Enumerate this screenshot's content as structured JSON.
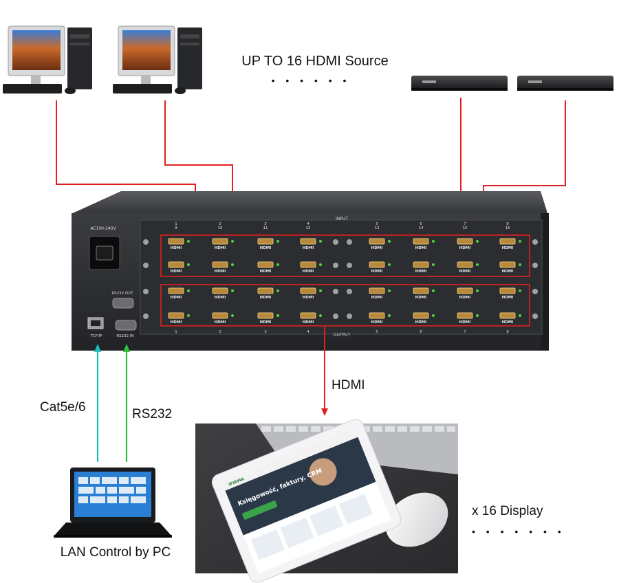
{
  "labels": {
    "sources": "UP TO 16 HDMI Source",
    "sources_dots": "• • • • • •",
    "hdmi": "HDMI",
    "cat5": "Cat5e/6",
    "rs232": "RS232",
    "pc": "LAN Control by PC",
    "display": "x 16 Display",
    "display_dots": "• • • • • • •"
  },
  "device": {
    "power": "AC100-240V",
    "rs232_out": "RS232 OUT",
    "tcpip": "TCP/IP",
    "rs232_in": "RS232 IN",
    "input": "INPUT",
    "output": "OUTPUT",
    "port": "HDMI",
    "top_numbers": [
      "1",
      "2",
      "3",
      "4",
      "5",
      "6",
      "7",
      "8"
    ],
    "top_numbers2": [
      "9",
      "10",
      "11",
      "12",
      "13",
      "14",
      "15",
      "16"
    ]
  },
  "tablet": {
    "brand": "IFIRMA",
    "headline": "Księgowość, faktury, CRM"
  },
  "colors": {
    "signal": "#e02020",
    "cat5": "#1fbfc0",
    "rs232": "#2fbf3f",
    "chassis": "#2a2c30",
    "led": "#52d23c"
  }
}
